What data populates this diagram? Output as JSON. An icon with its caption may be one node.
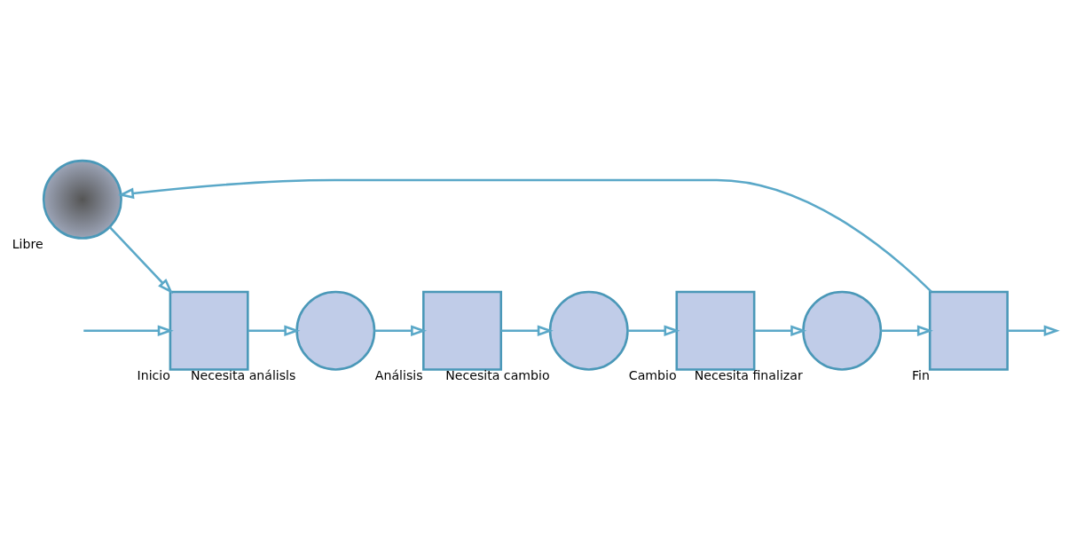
{
  "diagram": {
    "nodes": [
      {
        "text": [
          "Necesita análisls"
        ]
      },
      {
        "text": [
          "Análisis"
        ]
      },
      {
        "text": [
          "Necesita cambio"
        ]
      },
      {
        "text": [
          "Cambio"
        ]
      },
      {
        "text": [
          "Necesita finalizar"
        ]
      },
      {
        "text": [
          "Inicio"
        ]
      },
      {
        "text": [
          "Fin"
        ]
      },
      {
        "text": [
          "Libre"
        ]
      }
    ],
    "edges": [
      {
        "from": null,
        "to": 5,
        "arrow": "to"
      },
      {
        "from": 5,
        "to": 0,
        "arrow": "to"
      },
      {
        "from": 0,
        "to": 1,
        "arrow": "to"
      },
      {
        "from": 1,
        "to": 2,
        "arrow": "to"
      },
      {
        "from": 2,
        "to": 3,
        "arrow": "to"
      },
      {
        "from": 3,
        "to": 4,
        "arrow": "to"
      },
      {
        "from": 4,
        "to": 6,
        "arrow": "to"
      },
      {
        "from": 6,
        "to": null,
        "arrow": "to"
      },
      {
        "from": 6,
        "to": 7,
        "arrow": "to"
      },
      {
        "from": 7,
        "to": 5,
        "arrow": "to"
      }
    ]
  }
}
